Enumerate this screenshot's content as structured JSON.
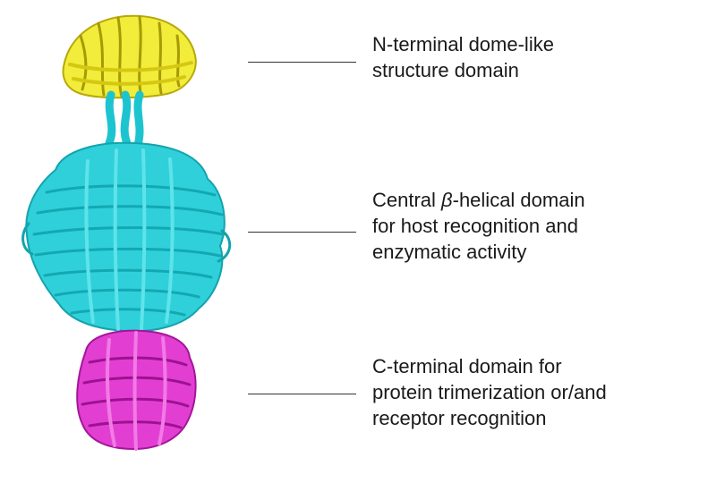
{
  "domains": [
    {
      "id": "n-terminal",
      "color": "#e8e21c",
      "label_lines": [
        "N-terminal dome-like",
        "structure domain"
      ]
    },
    {
      "id": "central",
      "color": "#22c8d2",
      "label_prefix": "Central ",
      "label_symbol": "β",
      "label_suffix": "-helical domain",
      "label_lines_rest": [
        "for host recognition and",
        "enzymatic activity"
      ]
    },
    {
      "id": "c-terminal",
      "color": "#d82ac8",
      "label_lines": [
        "C-terminal domain for",
        "protein trimerization or/and",
        "receptor recognition"
      ]
    }
  ]
}
